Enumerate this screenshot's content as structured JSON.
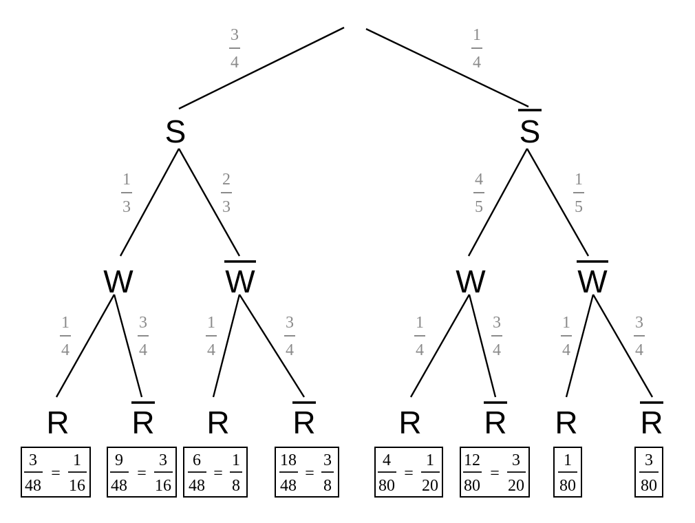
{
  "nodes": {
    "s": "S",
    "s_bar": "S",
    "w1": "W",
    "wbar1": "W",
    "w2": "W",
    "wbar2": "W",
    "r1": "R",
    "rbar1": "R",
    "r2": "R",
    "rbar2": "R",
    "r3": "R",
    "rbar3": "R",
    "r4": "R",
    "rbar4": "R"
  },
  "level1": [
    {
      "num": "3",
      "den": "4"
    },
    {
      "num": "1",
      "den": "4"
    }
  ],
  "level2": [
    {
      "num": "1",
      "den": "3"
    },
    {
      "num": "2",
      "den": "3"
    },
    {
      "num": "4",
      "den": "5"
    },
    {
      "num": "1",
      "den": "5"
    }
  ],
  "level3": [
    {
      "num": "1",
      "den": "4"
    },
    {
      "num": "3",
      "den": "4"
    },
    {
      "num": "1",
      "den": "4"
    },
    {
      "num": "3",
      "den": "4"
    },
    {
      "num": "1",
      "den": "4"
    },
    {
      "num": "3",
      "den": "4"
    },
    {
      "num": "1",
      "den": "4"
    },
    {
      "num": "3",
      "den": "4"
    }
  ],
  "results": [
    {
      "n1": "3",
      "d1": "48",
      "eq": "=",
      "n2": "1",
      "d2": "16"
    },
    {
      "n1": "9",
      "d1": "48",
      "eq": "=",
      "n2": "3",
      "d2": "16"
    },
    {
      "n1": "6",
      "d1": "48",
      "eq": "=",
      "n2": "1",
      "d2": "8"
    },
    {
      "n1": "18",
      "d1": "48",
      "eq": "=",
      "n2": "3",
      "d2": "8"
    },
    {
      "n1": "4",
      "d1": "80",
      "eq": "=",
      "n2": "1",
      "d2": "20"
    },
    {
      "n1": "12",
      "d1": "80",
      "eq": "=",
      "n2": "3",
      "d2": "20"
    },
    {
      "n1": "1",
      "d1": "80"
    },
    {
      "n1": "3",
      "d1": "80"
    }
  ]
}
